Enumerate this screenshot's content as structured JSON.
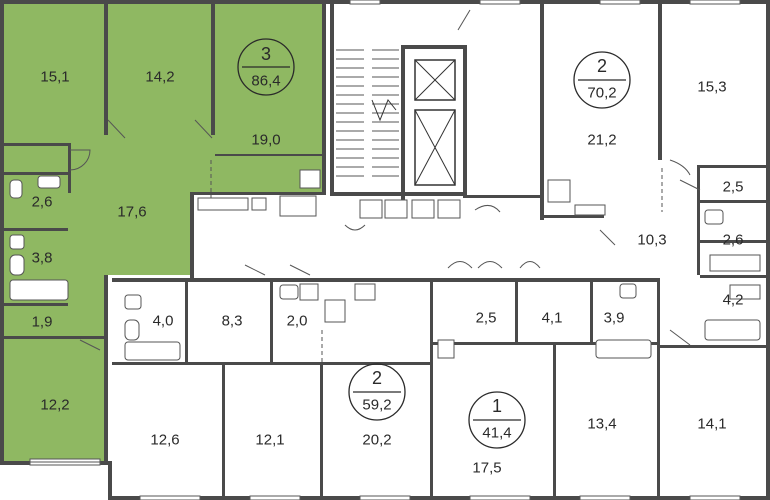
{
  "colors": {
    "highlight": "#8fb862",
    "wall": "#4a4a4a",
    "background": "#ffffff",
    "text": "#2a2a2a"
  },
  "apartments": [
    {
      "rooms": "3",
      "total": "86,4"
    },
    {
      "rooms": "2",
      "total": "70,2"
    },
    {
      "rooms": "2",
      "total": "59,2"
    },
    {
      "rooms": "1",
      "total": "41,4"
    }
  ],
  "rooms": [
    "15,1",
    "14,2",
    "19,0",
    "2,6",
    "17,6",
    "3,8",
    "1,9",
    "12,2",
    "21,2",
    "15,3",
    "2,5",
    "10,3",
    "2,6",
    "4,2",
    "4,0",
    "8,3",
    "2,0",
    "12,6",
    "12,1",
    "20,2",
    "2,5",
    "4,1",
    "3,9",
    "17,5",
    "13,4",
    "14,1"
  ]
}
